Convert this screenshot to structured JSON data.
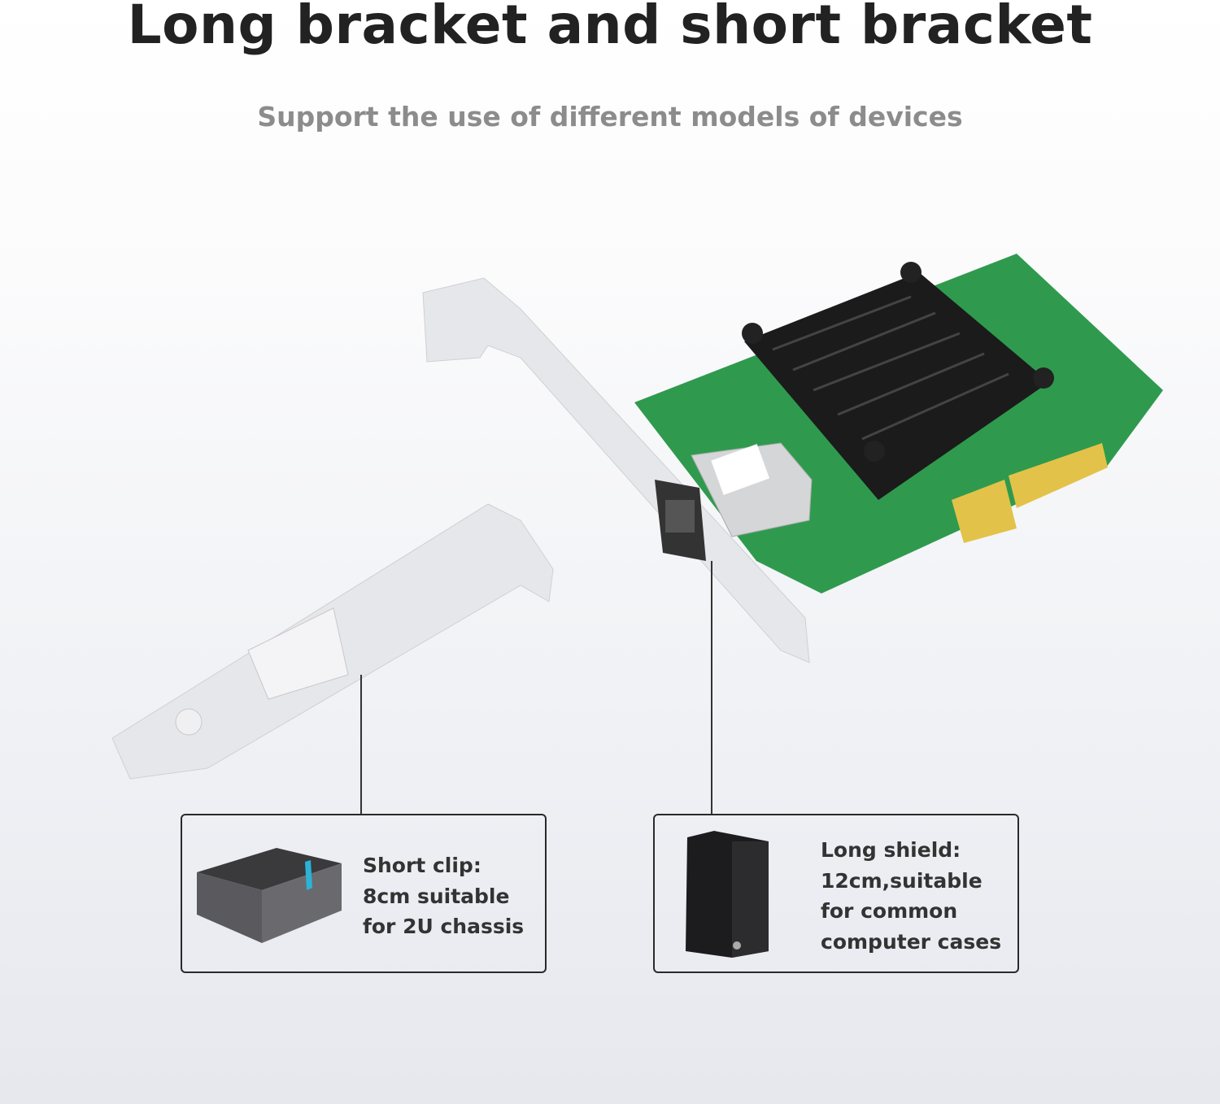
{
  "header": {
    "title": "Long bracket and short bracket",
    "subtitle": "Support the use of different models of devices"
  },
  "callouts": [
    {
      "lines": [
        "Short clip:",
        "8cm suitable",
        "for 2U chassis"
      ],
      "device_icon": "mini-pc-icon"
    },
    {
      "lines": [
        "Long shield:",
        "12cm,suitable",
        "for common",
        "computer cases"
      ],
      "device_icon": "tower-pc-icon"
    }
  ],
  "colors": {
    "pcb": "#2f9a4e",
    "heatsink": "#1a1a1a",
    "bracket": "#e4e4e6",
    "gold": "#e3c24a",
    "accent": "#2ab3d6"
  }
}
